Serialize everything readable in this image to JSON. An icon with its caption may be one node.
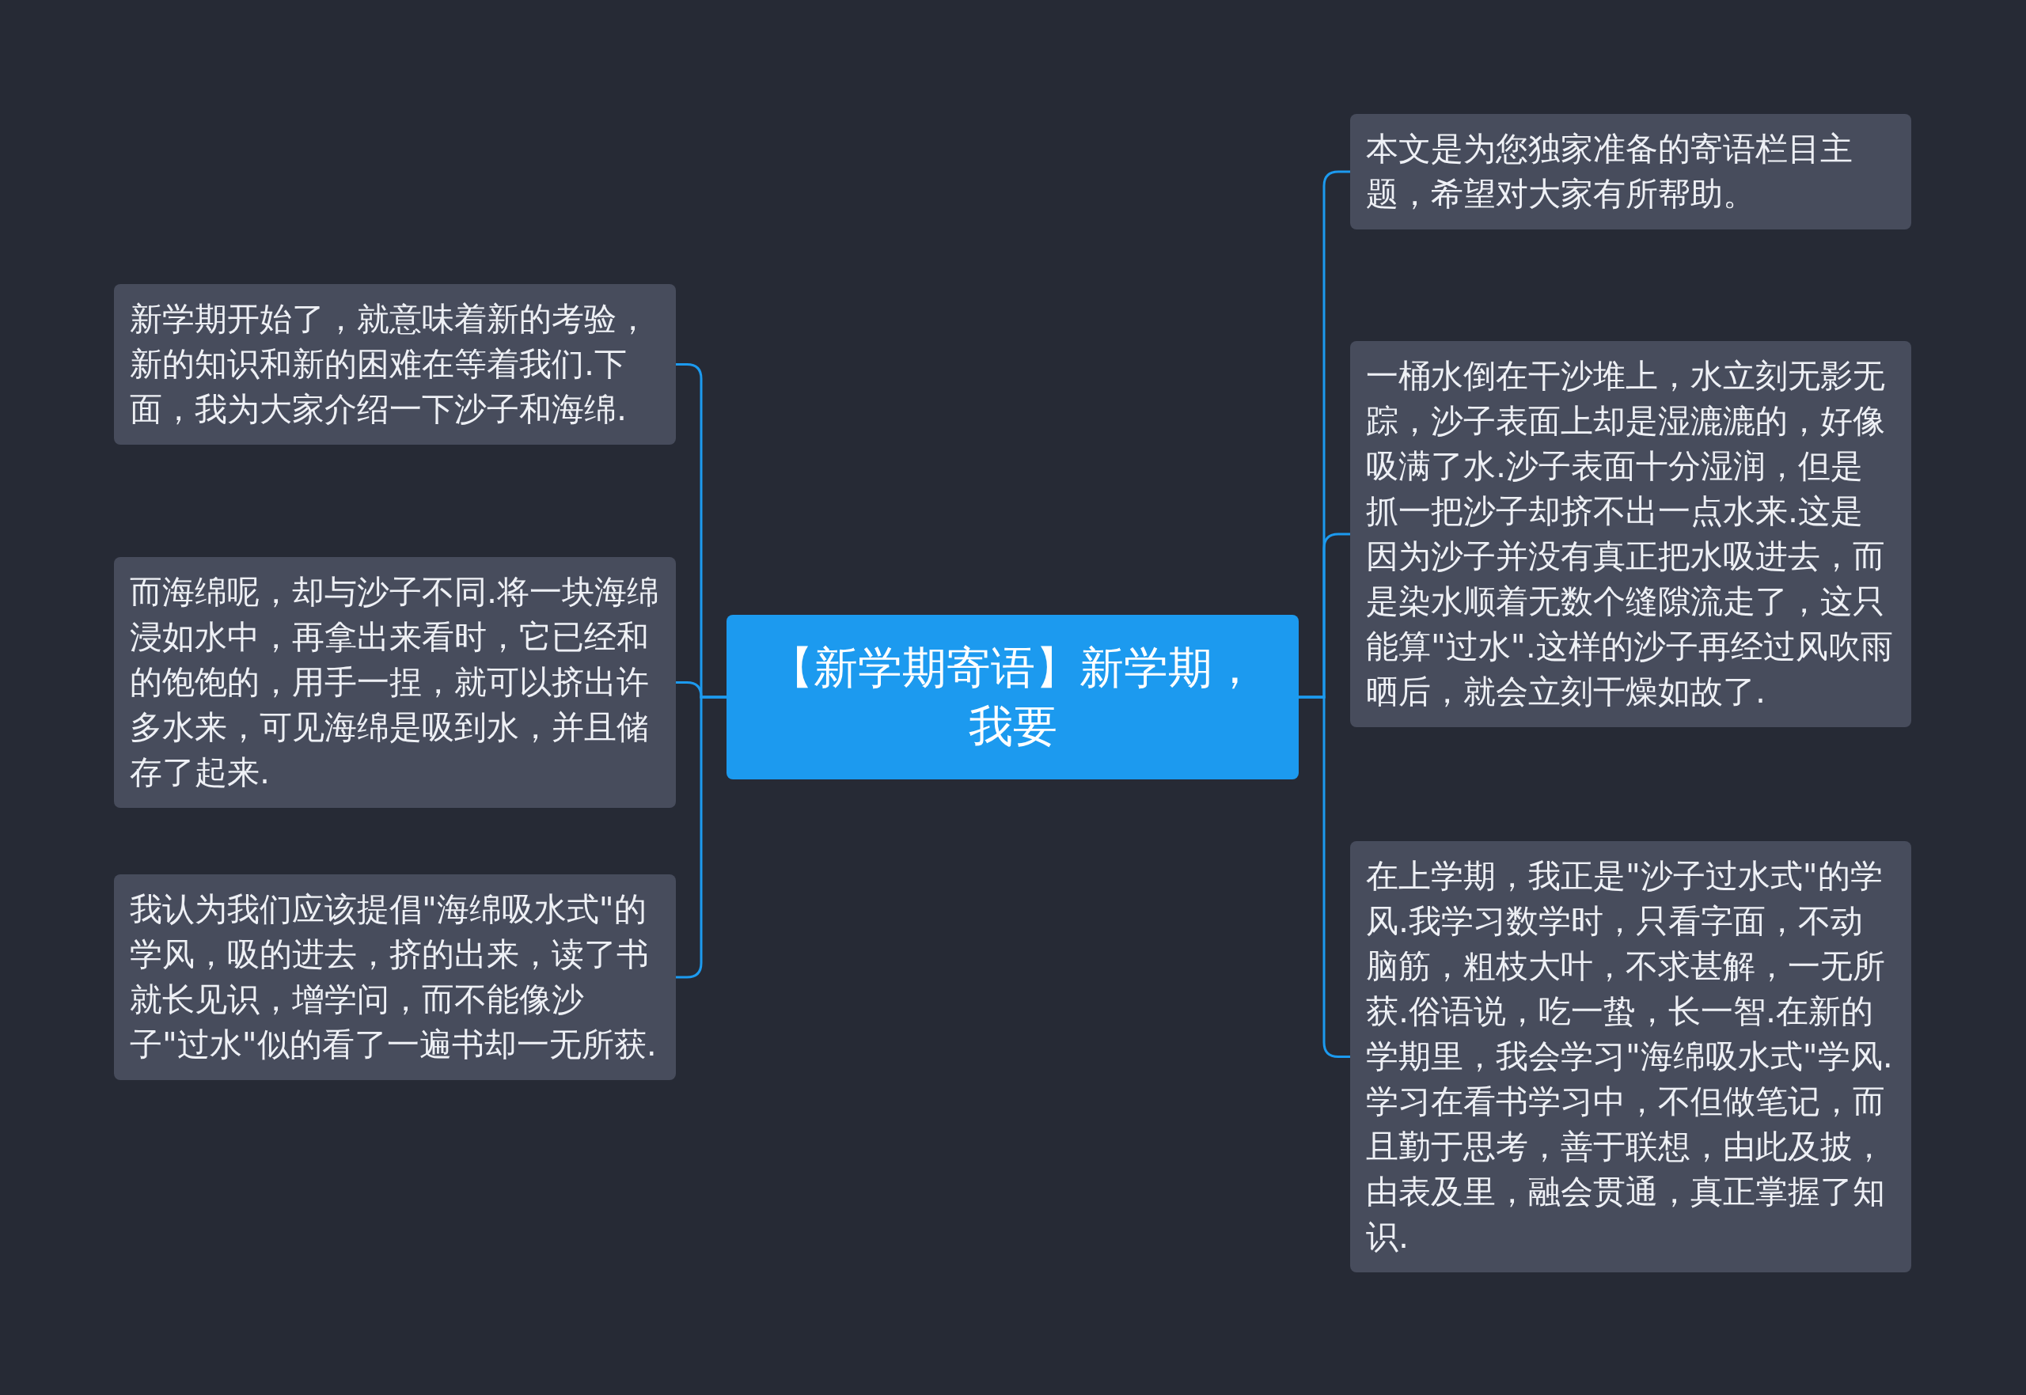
{
  "diagram": {
    "nodes": [
      {
        "text": [
          "【新学期寄语】新学期，我要"
        ]
      },
      {
        "text": [
          "新学期开始了，就意味着新的考验，新的知识和新的困难在等着我们.下面，我为大家介绍一下沙子和海绵."
        ]
      },
      {
        "text": [
          "而海绵呢，却与沙子不同.将一块海绵浸如水中，再拿出来看时，它已经和的饱饱的，用手一捏，就可以挤出许多水来，可见海绵是吸到水，并且储存了起来."
        ]
      },
      {
        "text": [
          "我认为我们应该提倡\"海绵吸水式\"的学风，吸的进去，挤的出来，读了书就长见识，增学问，而不能像沙子\"过水\"似的看了一遍书却一无所获."
        ]
      },
      {
        "text": [
          "本文是为您独家准备的寄语栏目主题，希望对大家有所帮助。"
        ]
      },
      {
        "text": [
          "一桶水倒在干沙堆上，水立刻无影无踪，沙子表面上却是湿漉漉的，好像吸满了水.沙子表面十分湿润，但是抓一把沙子却挤不出一点水来.这是因为沙子并没有真正把水吸进去，而是染水顺着无数个缝隙流走了，这只能算\"过水\".这样的沙子再经过风吹雨晒后，就会立刻干燥如故了."
        ]
      },
      {
        "text": [
          "在上学期，我正是\"沙子过水式\"的学风.我学习数学时，只看字面，不动脑筋，粗枝大叶，不求甚解，一无所获.俗语说，吃一蛰，长一智.在新的学期里，我会学习\"海绵吸水式\"学风.学习在看书学习中，不但做笔记，而且勤于思考，善于联想，由此及披，由表及里，融会贯通，真正掌握了知识."
        ]
      }
    ],
    "edges": [
      {
        "from": 0,
        "to": 1,
        "arrow": "none"
      },
      {
        "from": 0,
        "to": 2,
        "arrow": "none"
      },
      {
        "from": 0,
        "to": 3,
        "arrow": "none"
      },
      {
        "from": 0,
        "to": 4,
        "arrow": "none"
      },
      {
        "from": 0,
        "to": 5,
        "arrow": "none"
      },
      {
        "from": 0,
        "to": 6,
        "arrow": "none"
      }
    ]
  }
}
